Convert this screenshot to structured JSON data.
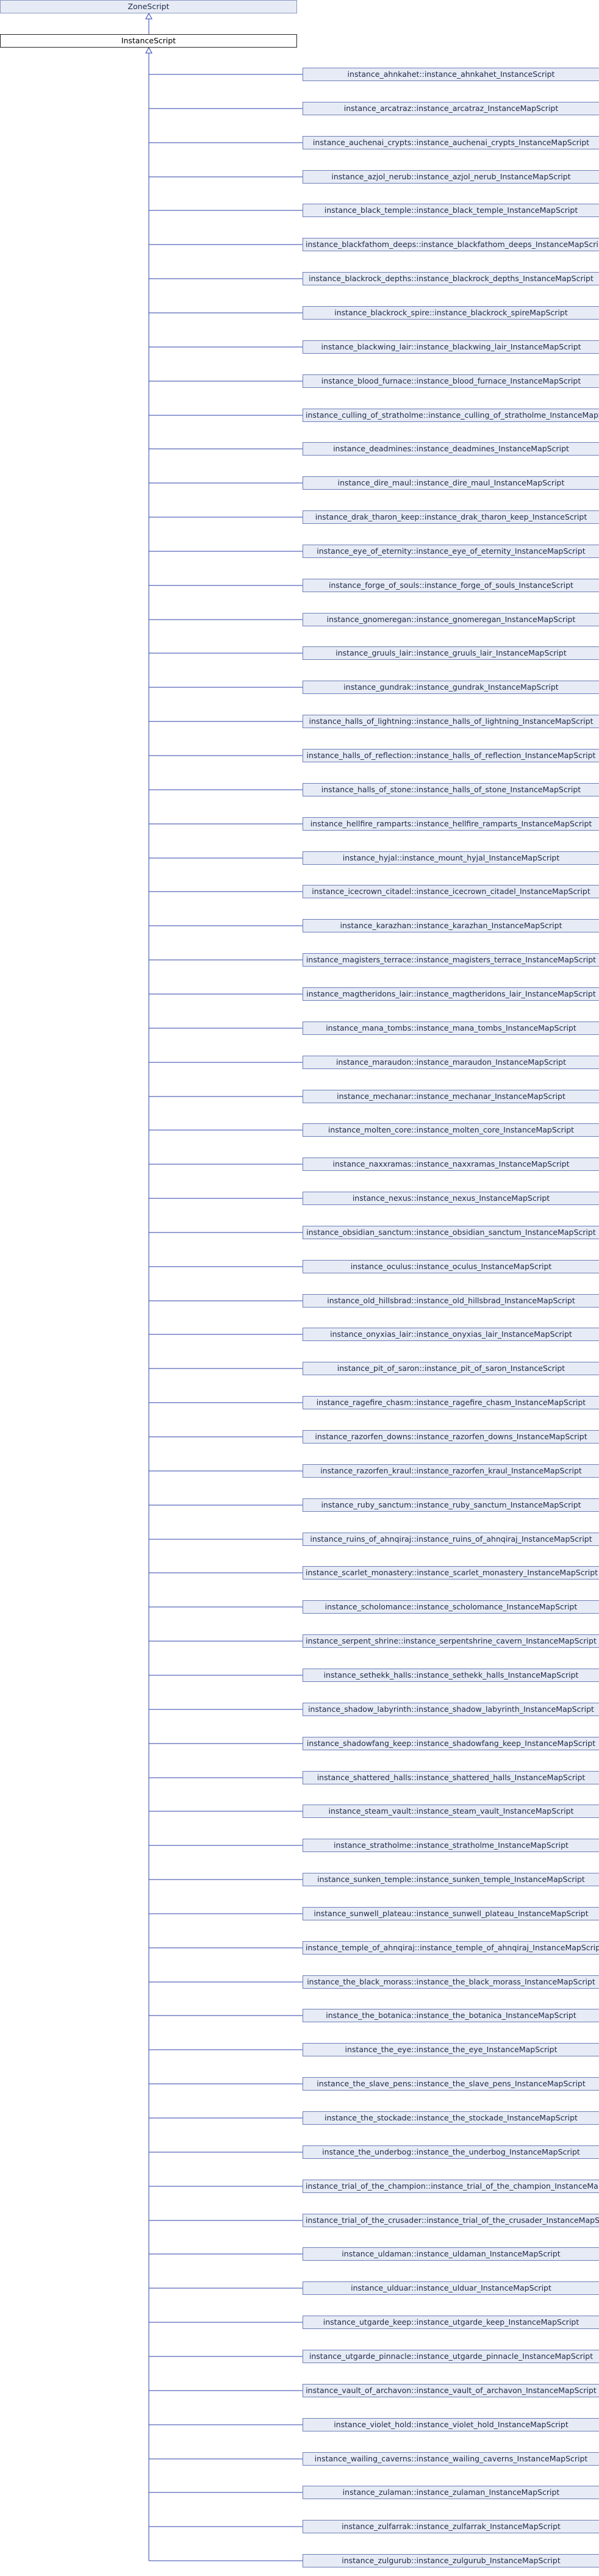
{
  "diagram": {
    "root": "ZoneScript",
    "current": "InstanceScript",
    "children": [
      "instance_ahnkahet::instance_ahnkahet_InstanceScript",
      "instance_arcatraz::instance_arcatraz_InstanceMapScript",
      "instance_auchenai_crypts::instance_auchenai_crypts_InstanceMapScript",
      "instance_azjol_nerub::instance_azjol_nerub_InstanceMapScript",
      "instance_black_temple::instance_black_temple_InstanceMapScript",
      "instance_blackfathom_deeps::instance_blackfathom_deeps_InstanceMapScript",
      "instance_blackrock_depths::instance_blackrock_depths_InstanceMapScript",
      "instance_blackrock_spire::instance_blackrock_spireMapScript",
      "instance_blackwing_lair::instance_blackwing_lair_InstanceMapScript",
      "instance_blood_furnace::instance_blood_furnace_InstanceMapScript",
      "instance_culling_of_stratholme::instance_culling_of_stratholme_InstanceMapScript",
      "instance_deadmines::instance_deadmines_InstanceMapScript",
      "instance_dire_maul::instance_dire_maul_InstanceMapScript",
      "instance_drak_tharon_keep::instance_drak_tharon_keep_InstanceScript",
      "instance_eye_of_eternity::instance_eye_of_eternity_InstanceMapScript",
      "instance_forge_of_souls::instance_forge_of_souls_InstanceScript",
      "instance_gnomeregan::instance_gnomeregan_InstanceMapScript",
      "instance_gruuls_lair::instance_gruuls_lair_InstanceMapScript",
      "instance_gundrak::instance_gundrak_InstanceMapScript",
      "instance_halls_of_lightning::instance_halls_of_lightning_InstanceMapScript",
      "instance_halls_of_reflection::instance_halls_of_reflection_InstanceMapScript",
      "instance_halls_of_stone::instance_halls_of_stone_InstanceMapScript",
      "instance_hellfire_ramparts::instance_hellfire_ramparts_InstanceMapScript",
      "instance_hyjal::instance_mount_hyjal_InstanceMapScript",
      "instance_icecrown_citadel::instance_icecrown_citadel_InstanceMapScript",
      "instance_karazhan::instance_karazhan_InstanceMapScript",
      "instance_magisters_terrace::instance_magisters_terrace_InstanceMapScript",
      "instance_magtheridons_lair::instance_magtheridons_lair_InstanceMapScript",
      "instance_mana_tombs::instance_mana_tombs_InstanceMapScript",
      "instance_maraudon::instance_maraudon_InstanceMapScript",
      "instance_mechanar::instance_mechanar_InstanceMapScript",
      "instance_molten_core::instance_molten_core_InstanceMapScript",
      "instance_naxxramas::instance_naxxramas_InstanceMapScript",
      "instance_nexus::instance_nexus_InstanceMapScript",
      "instance_obsidian_sanctum::instance_obsidian_sanctum_InstanceMapScript",
      "instance_oculus::instance_oculus_InstanceMapScript",
      "instance_old_hillsbrad::instance_old_hillsbrad_InstanceMapScript",
      "instance_onyxias_lair::instance_onyxias_lair_InstanceMapScript",
      "instance_pit_of_saron::instance_pit_of_saron_InstanceScript",
      "instance_ragefire_chasm::instance_ragefire_chasm_InstanceMapScript",
      "instance_razorfen_downs::instance_razorfen_downs_InstanceMapScript",
      "instance_razorfen_kraul::instance_razorfen_kraul_InstanceMapScript",
      "instance_ruby_sanctum::instance_ruby_sanctum_InstanceMapScript",
      "instance_ruins_of_ahnqiraj::instance_ruins_of_ahnqiraj_InstanceMapScript",
      "instance_scarlet_monastery::instance_scarlet_monastery_InstanceMapScript",
      "instance_scholomance::instance_scholomance_InstanceMapScript",
      "instance_serpent_shrine::instance_serpentshrine_cavern_InstanceMapScript",
      "instance_sethekk_halls::instance_sethekk_halls_InstanceMapScript",
      "instance_shadow_labyrinth::instance_shadow_labyrinth_InstanceMapScript",
      "instance_shadowfang_keep::instance_shadowfang_keep_InstanceMapScript",
      "instance_shattered_halls::instance_shattered_halls_InstanceMapScript",
      "instance_steam_vault::instance_steam_vault_InstanceMapScript",
      "instance_stratholme::instance_stratholme_InstanceMapScript",
      "instance_sunken_temple::instance_sunken_temple_InstanceMapScript",
      "instance_sunwell_plateau::instance_sunwell_plateau_InstanceMapScript",
      "instance_temple_of_ahnqiraj::instance_temple_of_ahnqiraj_InstanceMapScript",
      "instance_the_black_morass::instance_the_black_morass_InstanceMapScript",
      "instance_the_botanica::instance_the_botanica_InstanceMapScript",
      "instance_the_eye::instance_the_eye_InstanceMapScript",
      "instance_the_slave_pens::instance_the_slave_pens_InstanceMapScript",
      "instance_the_stockade::instance_the_stockade_InstanceMapScript",
      "instance_the_underbog::instance_the_underbog_InstanceMapScript",
      "instance_trial_of_the_champion::instance_trial_of_the_champion_InstanceMapScript",
      "instance_trial_of_the_crusader::instance_trial_of_the_crusader_InstanceMapScript",
      "instance_uldaman::instance_uldaman_InstanceMapScript",
      "instance_ulduar::instance_ulduar_InstanceMapScript",
      "instance_utgarde_keep::instance_utgarde_keep_InstanceMapScript",
      "instance_utgarde_pinnacle::instance_utgarde_pinnacle_InstanceMapScript",
      "instance_vault_of_archavon::instance_vault_of_archavon_InstanceMapScript",
      "instance_violet_hold::instance_violet_hold_InstanceMapScript",
      "instance_wailing_caverns::instance_wailing_caverns_InstanceMapScript",
      "instance_zulaman::instance_zulaman_InstanceMapScript",
      "instance_zulfarrak::instance_zulfarrak_InstanceMapScript",
      "instance_zulgurub::instance_zulgurub_InstanceMapScript"
    ]
  },
  "colors": {
    "edge": "#2b3fa8",
    "node_fill": "#e7ebf5",
    "node_border": "#6b7eb6"
  }
}
